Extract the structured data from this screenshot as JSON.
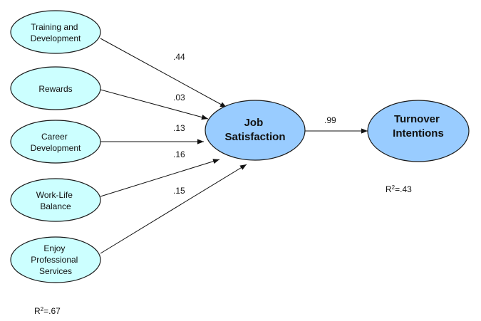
{
  "colors": {
    "predictor_fill": "#ccffff",
    "outcome_fill": "#99ccff",
    "stroke": "#1a1a1a"
  },
  "nodes": {
    "training": {
      "lines": [
        "Training and",
        "Development"
      ]
    },
    "rewards": {
      "lines": [
        "Rewards"
      ]
    },
    "career": {
      "lines": [
        "Career",
        "Development"
      ]
    },
    "worklife": {
      "lines": [
        "Work-Life",
        "Balance"
      ]
    },
    "enjoy": {
      "lines": [
        "Enjoy",
        "Professional",
        "Services"
      ]
    },
    "job": {
      "lines": [
        "Job",
        "Satisfaction"
      ]
    },
    "turnover": {
      "lines": [
        "Turnover",
        "Intentions"
      ]
    }
  },
  "paths": [
    {
      "from": "training",
      "to": "job",
      "coef": ".44"
    },
    {
      "from": "rewards",
      "to": "job",
      "coef": ".03"
    },
    {
      "from": "career",
      "to": "job",
      "coef": ".13"
    },
    {
      "from": "worklife",
      "to": "job",
      "coef": ".16"
    },
    {
      "from": "enjoy",
      "to": "job",
      "coef": ".15"
    },
    {
      "from": "job",
      "to": "turnover",
      "coef": ".99"
    }
  ],
  "r2": {
    "turnover": {
      "prefix": "R",
      "sup": "2",
      "value": "=.43"
    },
    "job": {
      "prefix": "R",
      "sup": "2",
      "value": "=.67"
    }
  }
}
